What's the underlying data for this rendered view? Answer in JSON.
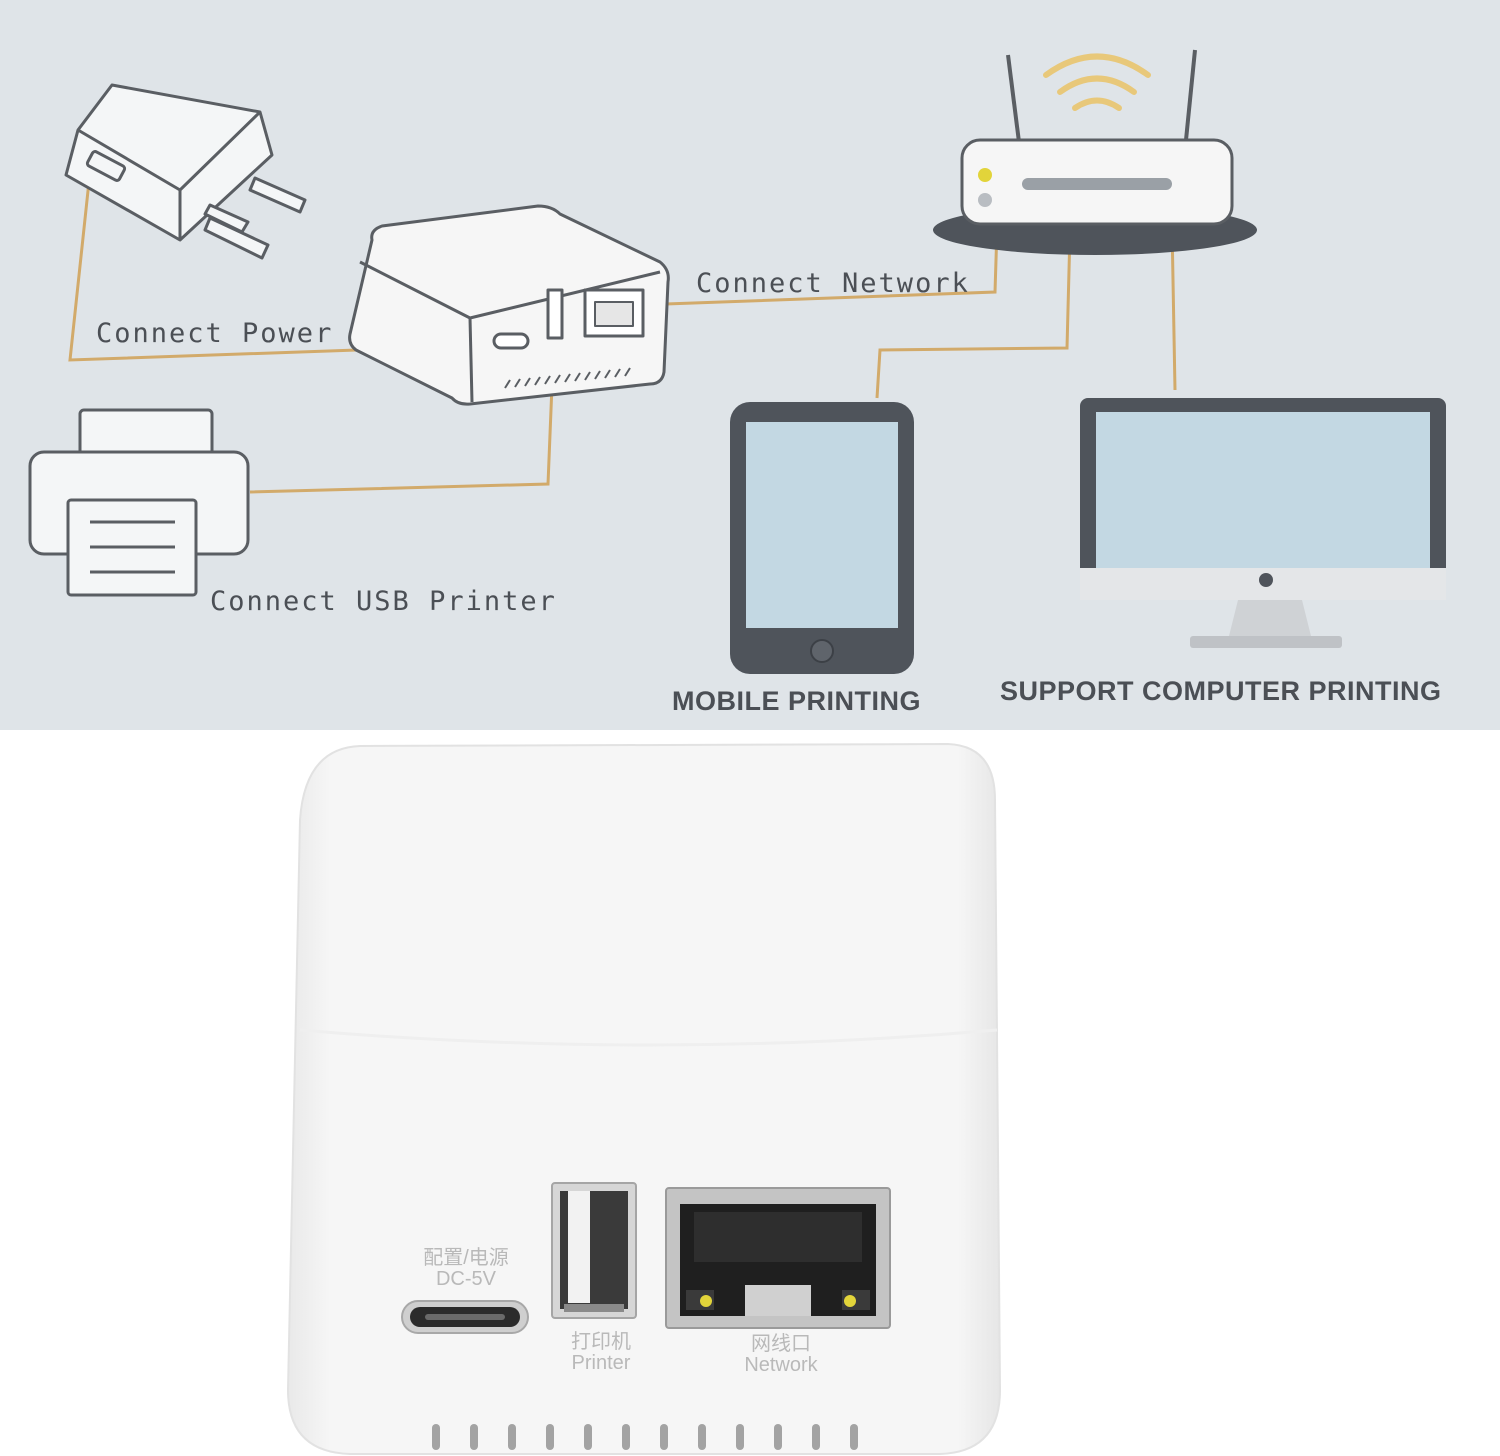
{
  "diagram": {
    "labels": {
      "connect_power": "Connect Power",
      "connect_network": "Connect Network",
      "connect_usb_printer": "Connect USB Printer",
      "mobile_printing": "MOBILE PRINTING",
      "support_computer_printing": "SUPPORT COMPUTER PRINTING"
    },
    "colors": {
      "background": "#dfe4e8",
      "line": "#d2aa6a",
      "outline": "#5a5e63",
      "screen": "#c3d8e3"
    },
    "icons": [
      "power-adapter-icon",
      "print-server-icon",
      "router-icon",
      "wifi-icon",
      "printer-icon",
      "tablet-icon",
      "monitor-icon"
    ]
  },
  "device_photo": {
    "port_labels": {
      "power_cn": "配置/电源",
      "power_en": "DC-5V",
      "printer_cn": "打印机",
      "printer_en": "Printer",
      "network_cn": "网线口",
      "network_en": "Network"
    },
    "colors": {
      "body": "#f6f6f6",
      "port_text": "#b9b9b9",
      "led": "#e2d43a"
    }
  }
}
